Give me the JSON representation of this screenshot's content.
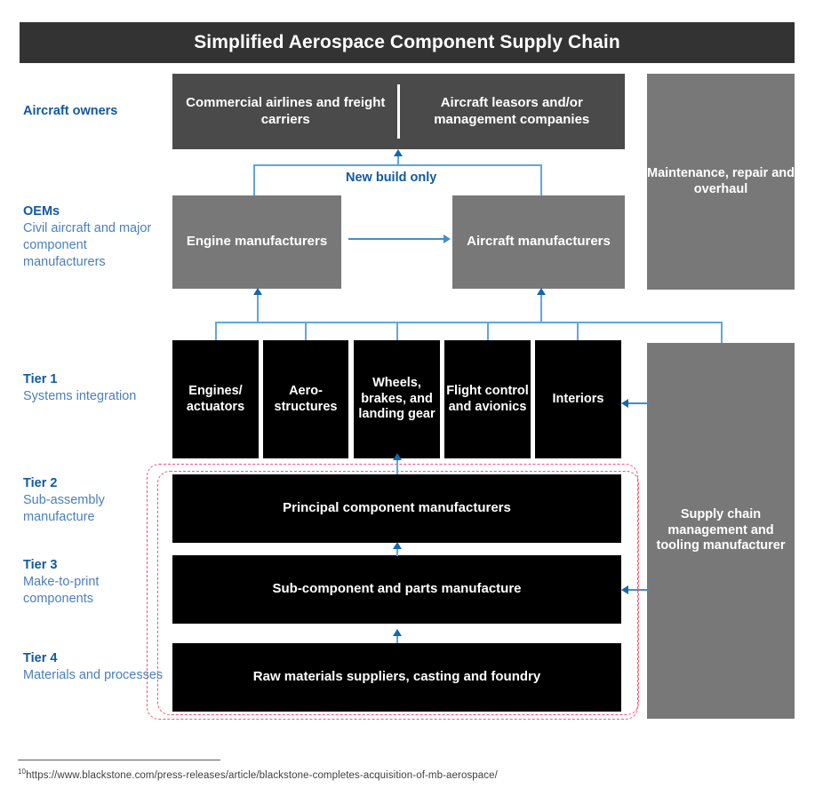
{
  "header": {
    "title": "Simplified Aerospace Component Supply Chain"
  },
  "row_labels": [
    {
      "title": "Aircraft owners",
      "sub": ""
    },
    {
      "title": "OEMs",
      "sub": "Civil aircraft and major component manufacturers"
    },
    {
      "title": "Tier 1",
      "sub": "Systems integration"
    },
    {
      "title": "Tier 2",
      "sub": "Sub-assembly manufacture"
    },
    {
      "title": "Tier 3",
      "sub": "Make-to-print components"
    },
    {
      "title": "Tier 4",
      "sub": "Materials and processes"
    }
  ],
  "owners": {
    "left": "Commercial airlines and freight carriers",
    "right": "Aircraft leasors and/or management companies"
  },
  "oems": {
    "engine": "Engine manufacturers",
    "aircraft": "Aircraft manufacturers",
    "connector_label": "New build only"
  },
  "tier1": [
    "Engines/ actuators",
    "Aero- structures",
    "Wheels, brakes, and landing gear",
    "Flight control and avionics",
    "Interiors"
  ],
  "tiers": {
    "tier2": "Principal component manufacturers",
    "tier3": "Sub-component and parts manufacture",
    "tier4": "Raw materials suppliers, casting and foundry"
  },
  "side_columns": {
    "mro": "Maintenance, repair and overhaul",
    "scm": "Supply chain management and tooling manufacturer"
  },
  "footnote": {
    "marker": "10",
    "text": "https://www.blackstone.com/press-releases/article/blackstone-completes-acquisition-of-mb-aerospace/"
  },
  "colors": {
    "header_bg": "#333333",
    "dark_gray": "#4a4a4a",
    "gray": "#787878",
    "black": "#000000",
    "accent_blue": "#1259a0",
    "line_blue": "#5ea7dd",
    "dashed_pink": "#f2537f"
  }
}
